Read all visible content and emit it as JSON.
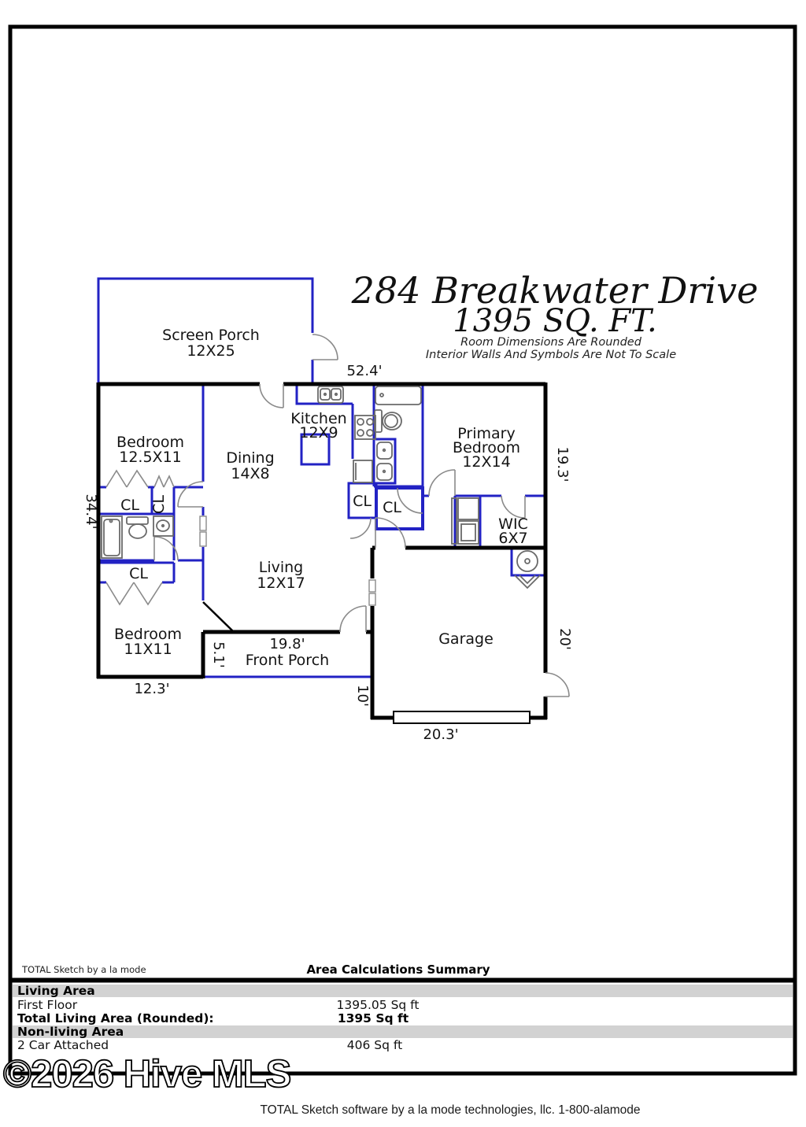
{
  "title": {
    "address": "284 Breakwater Drive",
    "sqft": "1395 SQ. FT.",
    "note1": "Room Dimensions Are Rounded",
    "note2": "Interior Walls And Symbols Are Not To Scale"
  },
  "floorplan": {
    "closet_label": "CL",
    "rooms": {
      "screen_porch": {
        "name": "Screen Porch",
        "dims": "12X25"
      },
      "kitchen": {
        "name": "Kitchen",
        "dims": "12X9"
      },
      "dining": {
        "name": "Dining",
        "dims": "14X8"
      },
      "bedroom1": {
        "name": "Bedroom",
        "dims": "12.5X11"
      },
      "bedroom2": {
        "name": "Bedroom",
        "dims": "11X11"
      },
      "primary": {
        "line1": "Primary",
        "line2": "Bedroom",
        "dims": "12X14"
      },
      "wic": {
        "name": "WIC",
        "dims": "6X7"
      },
      "living": {
        "name": "Living",
        "dims": "12X17"
      },
      "garage": {
        "name": "Garage"
      },
      "front_porch": {
        "name": "Front Porch",
        "width": "19.8'"
      }
    },
    "dimensions": {
      "top": "52.4'",
      "left": "34.4'",
      "right_upper": "19.3'",
      "right_lower": "20'",
      "bottom_left": "12.3'",
      "bottom_garage": "20.3'",
      "garage_side": "10'",
      "porch_depth": "5.1'"
    }
  },
  "summary": {
    "brand": "TOTAL Sketch by a la mode",
    "title": "Area Calculations Summary",
    "living_section": "Living Area",
    "first_floor_label": "First Floor",
    "first_floor_value": "1395.05 Sq ft",
    "total_label": "Total Living Area (Rounded):",
    "total_value": "1395 Sq ft",
    "nonliving_section": "Non-living Area",
    "car_label": "2 Car Attached",
    "car_value": "406 Sq ft"
  },
  "watermark": "©2026 Hive MLS",
  "footer": "TOTAL Sketch software by a la mode technologies, llc. 1-800-alamode",
  "colors": {
    "wall": "#000000",
    "interior": "#2222c4",
    "door": "#8a8a8a",
    "band": "#d2d2d2"
  }
}
